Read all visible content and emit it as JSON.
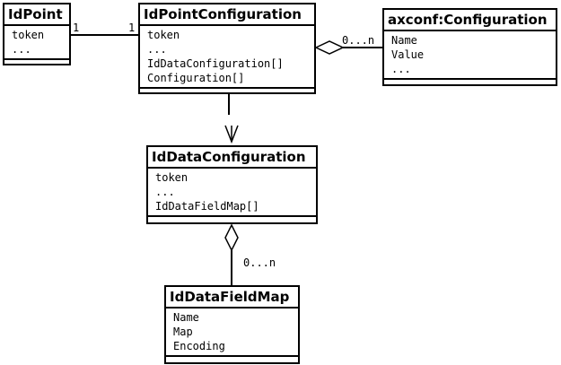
{
  "classes": [
    {
      "id": "idpoint",
      "name": "IdPoint",
      "attributes": [
        "token",
        "..."
      ]
    },
    {
      "id": "idpointconfiguration",
      "name": "IdPointConfiguration",
      "attributes": [
        "token",
        "...",
        "IdDataConfiguration[]",
        "Configuration[]"
      ]
    },
    {
      "id": "axconf",
      "name": "axconf:Configuration",
      "attributes": [
        "Name",
        "Value",
        "..."
      ]
    },
    {
      "id": "iddataconfiguration",
      "name": "IdDataConfiguration",
      "attributes": [
        "token",
        "...",
        "IdDataFieldMap[]"
      ]
    },
    {
      "id": "iddatafieldmap",
      "name": "IdDataFieldMap",
      "attributes": [
        "Name",
        "Map",
        "Encoding"
      ]
    }
  ],
  "relations": {
    "idpoint_to_config": {
      "source_multiplicity": "1",
      "target_multiplicity": "1"
    },
    "config_to_axconf": {
      "multiplicity": "0...n"
    },
    "dataconfig_to_fieldmap": {
      "multiplicity": "0...n"
    }
  }
}
